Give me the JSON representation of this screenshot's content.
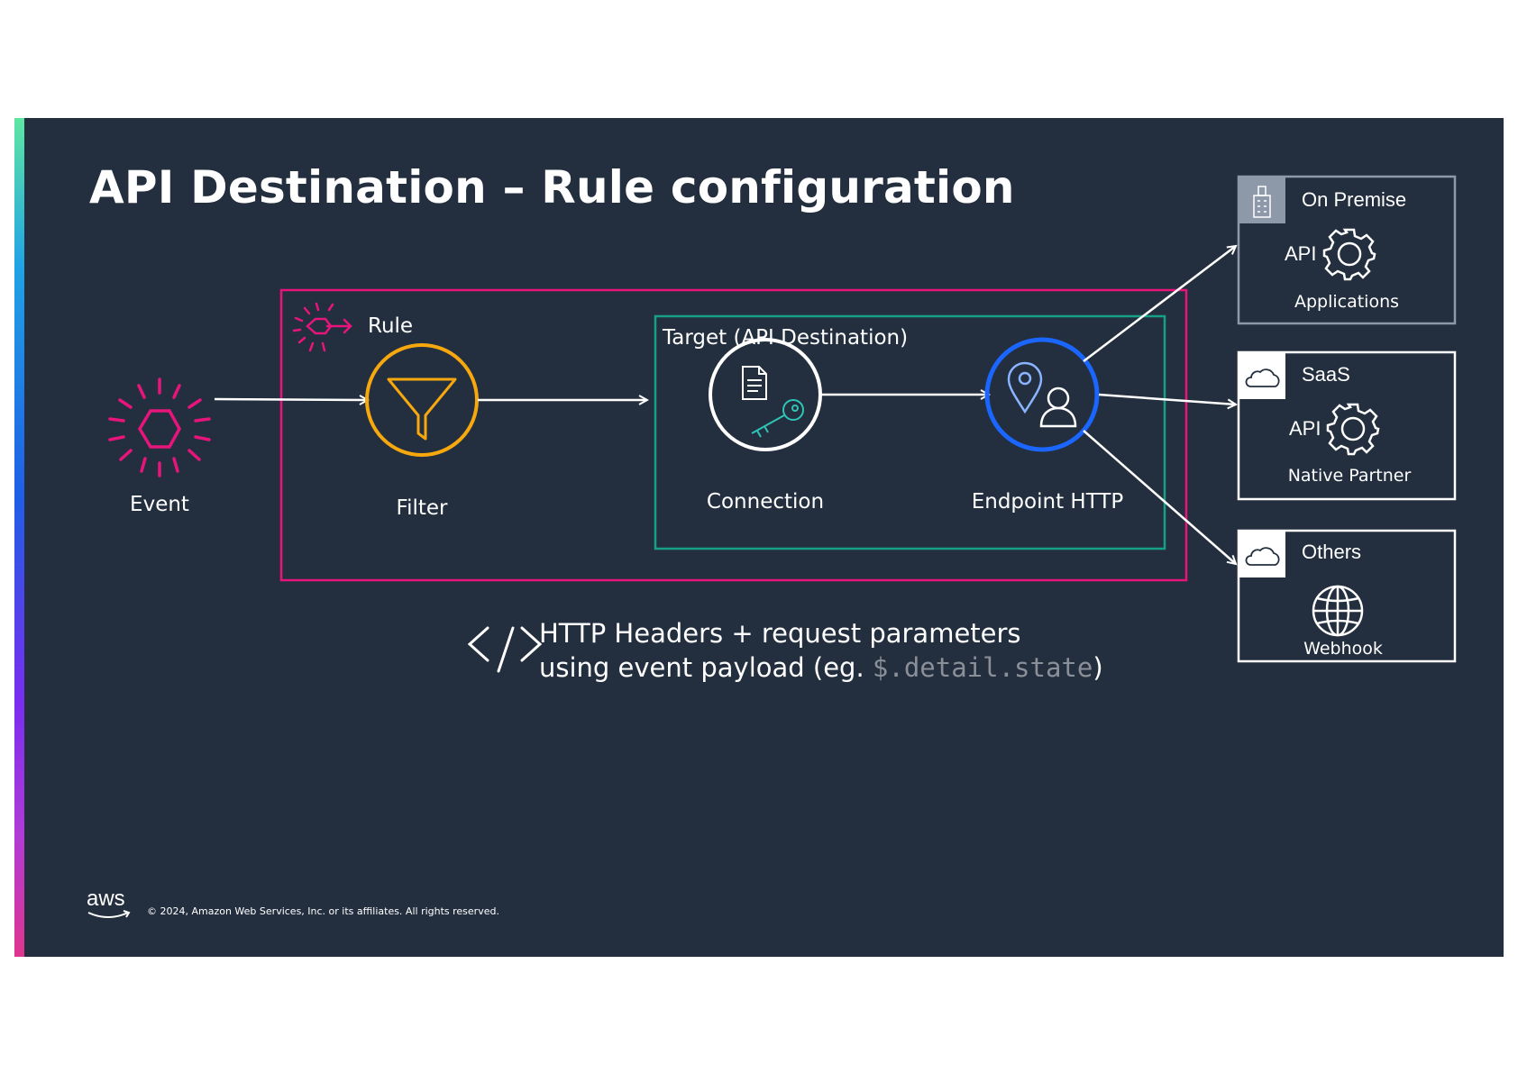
{
  "title": "API Destination – Rule configuration",
  "nodes": {
    "event": "Event",
    "rule": "Rule",
    "filter": "Filter",
    "target": "Target (API Destination)",
    "connection": "Connection",
    "endpoint": "Endpoint HTTP"
  },
  "destinations": [
    {
      "title": "On Premise",
      "api": "API",
      "caption": "Applications",
      "icon": "building-icon"
    },
    {
      "title": "SaaS",
      "api": "API",
      "caption": "Native Partner",
      "icon": "cloud-icon"
    },
    {
      "title": "Others",
      "caption": "Webhook",
      "icon": "cloud-icon"
    }
  ],
  "note": {
    "line1": "HTTP Headers + request parameters",
    "line2_prefix": "using event payload (eg. ",
    "line2_code": "$.detail.state",
    "line2_suffix": ")"
  },
  "footer": {
    "logo": "aws",
    "copyright": "© 2024, Amazon Web Services, Inc. or its affiliates. All rights reserved."
  },
  "colors": {
    "background": "#232f3e",
    "rule_border": "#e7157b",
    "target_border": "#16a085",
    "filter": "#f7a80e",
    "endpoint": "#1a66ff",
    "box_border": "#ffffff",
    "on_premise_border": "#8d99a8"
  }
}
